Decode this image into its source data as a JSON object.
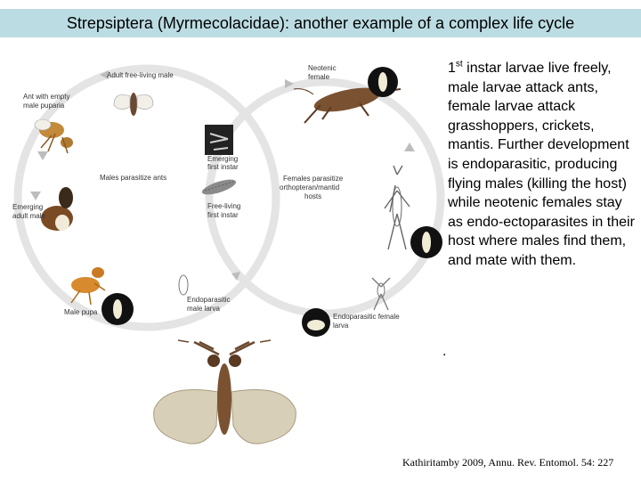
{
  "slide": {
    "title": "Strepsiptera (Myrmecolacidae): another example of a complex life cycle",
    "description_prefix": "1",
    "description_sup": "st",
    "description_rest": " instar larvae live freely, male larvae attack ants, female larvae attack grasshoppers, crickets, mantis. Further development is endoparasitic, producing flying males (killing the host) while neotenic females stay as endo-ectoparasites in their host where males find them, and mate with them.",
    "stray_dot": ".",
    "citation": "Kathiritamby 2009, Annu. Rev. Entomol. 54: 227"
  },
  "diagram": {
    "labels": {
      "adult_male": "Adult free-living male",
      "neotenic_1": "Neotenic",
      "neotenic_2": "female",
      "ant_1": "Ant with empty",
      "ant_2": "male puparia",
      "emerging_instar_1": "Emerging",
      "emerging_instar_2": "first instar",
      "males_parasitize": "Males parasitize ants",
      "females_1": "Females parasitize",
      "females_2": "orthopteran/mantid",
      "females_3": "hosts",
      "free_living_1": "Free-living",
      "free_living_2": "first instar",
      "emerging_male_1": "Emerging",
      "emerging_male_2": "adult male",
      "male_pupa": "Male pupa",
      "endo_male_1": "Endoparasitic",
      "endo_male_2": "male larva",
      "endo_female_1": "Endoparasitic female",
      "endo_female_2": "larva"
    },
    "colors": {
      "title_bar": "#bcdce3",
      "cycle_ring": "#e4e4e4",
      "inset_circle": "#111111",
      "larva": "#f1ecd6",
      "insect_brown": "#7a5232",
      "ant_orange": "#d88a2e"
    },
    "icons": [
      "male-strepsipteran-icon",
      "neotenic-female-icon",
      "ant-icon",
      "cricket-icon",
      "larva-icon",
      "pupa-icon",
      "mantis-icon",
      "flying-male-icon"
    ]
  }
}
